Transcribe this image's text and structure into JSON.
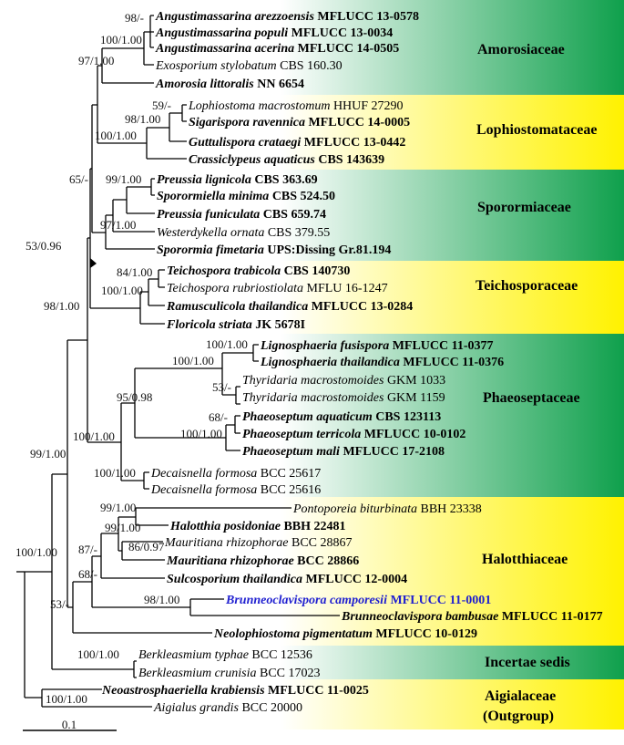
{
  "taxa": [
    {
      "genus": "Angustimassarina arezzoensis",
      "strain": "MFLUCC 13-0578",
      "bold": true
    },
    {
      "genus": "Angustimassarina populi",
      "strain": "MFLUCC 13-0034",
      "bold": true
    },
    {
      "genus": "Angustimassarina acerina",
      "strain": "MFLUCC 14-0505",
      "bold": true
    },
    {
      "genus": "Exosporium stylobatum",
      "strain": "CBS 160.30",
      "bold": false
    },
    {
      "genus": "Amorosia littoralis",
      "strain": "NN 6654",
      "bold": true
    },
    {
      "genus": "Lophiostoma macrostomum",
      "strain": "HHUF 27290",
      "bold": false
    },
    {
      "genus": "Sigarispora ravennica",
      "strain": "MFLUCC 14-0005",
      "bold": true
    },
    {
      "genus": "Guttulispora crataegi",
      "strain": "MFLUCC 13-0442",
      "bold": true
    },
    {
      "genus": "Crassiclypeus aquaticus",
      "strain": "CBS 143639",
      "bold": true
    },
    {
      "genus": "Preussia lignicola",
      "strain": "CBS 363.69",
      "bold": true
    },
    {
      "genus": "Sporormiella minima",
      "strain": "CBS 524.50",
      "bold": true
    },
    {
      "genus": "Preussia funiculata",
      "strain": "CBS 659.74",
      "bold": true
    },
    {
      "genus": "Westerdykella ornata",
      "strain": "CBS 379.55",
      "bold": false
    },
    {
      "genus": "Sporormia fimetaria",
      "strain": "UPS:Dissing Gr.81.194",
      "bold": true
    },
    {
      "genus": "Teichospora trabicola",
      "strain": "CBS 140730",
      "bold": true
    },
    {
      "genus": "Teichospora rubriostiolata",
      "strain": "MFLU 16-1247",
      "bold": false
    },
    {
      "genus": "Ramusculicola thailandica",
      "strain": "MFLUCC 13-0284",
      "bold": true
    },
    {
      "genus": "Floricola striata",
      "strain": "JK 5678I",
      "bold": true
    },
    {
      "genus": "Lignosphaeria fusispora",
      "strain": "MFLUCC 11-0377",
      "bold": true
    },
    {
      "genus": "Lignosphaeria thailandica",
      "strain": "MFLUCC 11-0376",
      "bold": true
    },
    {
      "genus": "Thyridaria macrostomoides",
      "strain": "GKM 1033",
      "bold": false
    },
    {
      "genus": "Thyridaria macrostomoides",
      "strain": "GKM 1159",
      "bold": false
    },
    {
      "genus": "Phaeoseptum aquaticum",
      "strain": "CBS 123113",
      "bold": true
    },
    {
      "genus": "Phaeoseptum terricola",
      "strain": "MFLUCC 10-0102",
      "bold": true
    },
    {
      "genus": "Phaeoseptum mali",
      "strain": "MFLUCC 17-2108",
      "bold": true
    },
    {
      "genus": "Decaisnella formosa",
      "strain": "BCC 25617",
      "bold": false
    },
    {
      "genus": "Decaisnella formosa",
      "strain": "BCC 25616",
      "bold": false
    },
    {
      "genus": "Pontoporeia biturbinata",
      "strain": "BBH 23338",
      "bold": false
    },
    {
      "genus": "Halotthia posidoniae",
      "strain": "BBH 22481",
      "bold": true
    },
    {
      "genus": "Mauritiana rhizophorae",
      "strain": "BCC 28867",
      "bold": false
    },
    {
      "genus": "Mauritiana rhizophorae",
      "strain": "BCC 28866",
      "bold": true
    },
    {
      "genus": "Sulcosporium thailandica",
      "strain": "MFLUCC 12-0004",
      "bold": true
    },
    {
      "genus": "Brunneoclavispora camporesii",
      "strain": "MFLUCC 11-0001",
      "bold": true,
      "color": "#1f1fd0"
    },
    {
      "genus": "Brunneoclavispora bambusae",
      "strain": "MFLUCC 11-0177",
      "bold": true
    },
    {
      "genus": "Neolophiostoma pigmentatum",
      "strain": "MFLUCC 10-0129",
      "bold": true
    },
    {
      "genus": "Berkleasmium typhae",
      "strain": "BCC 12536",
      "bold": false
    },
    {
      "genus": "Berkleasmium crunisia",
      "strain": "BCC 17023",
      "bold": false
    },
    {
      "genus": "Neoastrosphaeriella krabiensis",
      "strain": "MFLUCC 11-0025",
      "bold": true
    },
    {
      "genus": "Aigialus grandis",
      "strain": "BCC 20000",
      "bold": false
    }
  ],
  "families": [
    {
      "name": "Amorosiaceae",
      "color": "green"
    },
    {
      "name": "Lophiostomataceae",
      "color": "yellow"
    },
    {
      "name": "Sporormiaceae",
      "color": "green"
    },
    {
      "name": "Teichosporaceae",
      "color": "yellow"
    },
    {
      "name": "Phaeoseptaceae",
      "color": "green"
    },
    {
      "name": "Halotthiaceae",
      "color": "yellow"
    },
    {
      "name": "Incertae sedis",
      "color": "green"
    },
    {
      "name": "Aigialaceae",
      "name2": "(Outgroup)",
      "color": "yellow"
    }
  ],
  "supports": [
    "98/-",
    "100/1.00",
    "97/1.00",
    "59/-",
    "98/1.00",
    "100/1.00",
    "99/1.00",
    "65/-",
    "97/1.00",
    "53/0.96",
    "84/1.00",
    "100/1.00",
    "98/1.00",
    "100/1.00",
    "100/1.00",
    "53/-",
    "95/0.98",
    "68/-",
    "100/1.00",
    "100/1.00",
    "100/1.00",
    "99/1.00",
    "99/1.00",
    "99/1.00",
    "87/-",
    "86/0.97",
    "68/-",
    "98/1.00",
    "53/-",
    "100/1.00",
    "100/1.00",
    "100/1.00"
  ],
  "scale": {
    "label": "0.1"
  },
  "colors": {
    "green": "#0fa04c",
    "yellow": "#fff200",
    "highlight": "#1f1fd0"
  }
}
